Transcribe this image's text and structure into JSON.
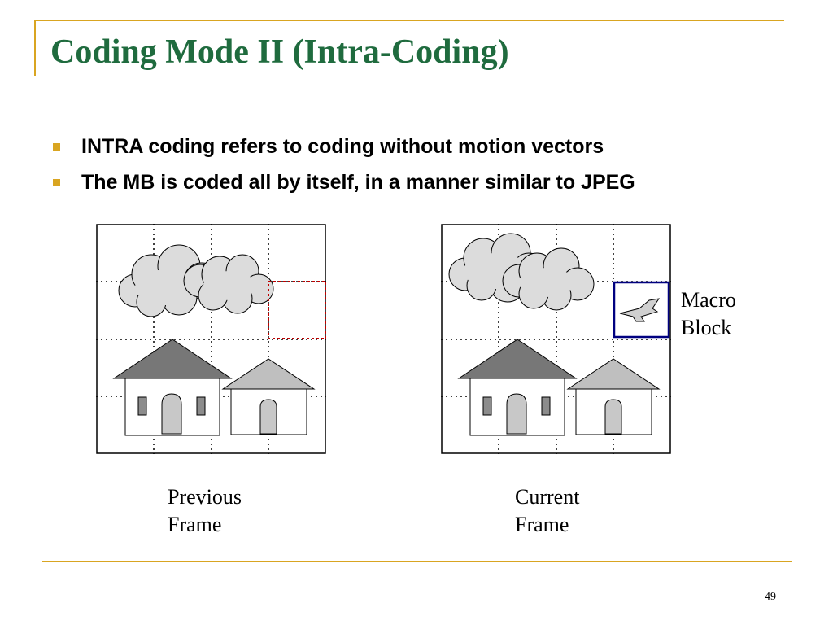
{
  "slide": {
    "title": "Coding Mode II (Intra-Coding)",
    "bullets": [
      "INTRA coding refers to coding without motion vectors",
      "The MB is coded all by itself, in a manner similar to JPEG"
    ],
    "page_number": "49"
  },
  "diagram": {
    "previous_frame": {
      "caption_line1": "Previous",
      "caption_line2": "Frame"
    },
    "current_frame": {
      "caption_line1": "Current",
      "caption_line2": "Frame"
    },
    "macro_block": {
      "label_line1": "Macro",
      "label_line2": "Block"
    },
    "colors": {
      "title": "#1f6b3e",
      "accent": "#d9a521",
      "cloud_fill": "#dcdcdc",
      "roof_dark": "#777777",
      "roof_light": "#bfbfbf",
      "door": "#c8c8c8",
      "window": "#8c8c8c",
      "previous_block_outline": "#c00000",
      "macro_block_outline": "#000080"
    }
  }
}
